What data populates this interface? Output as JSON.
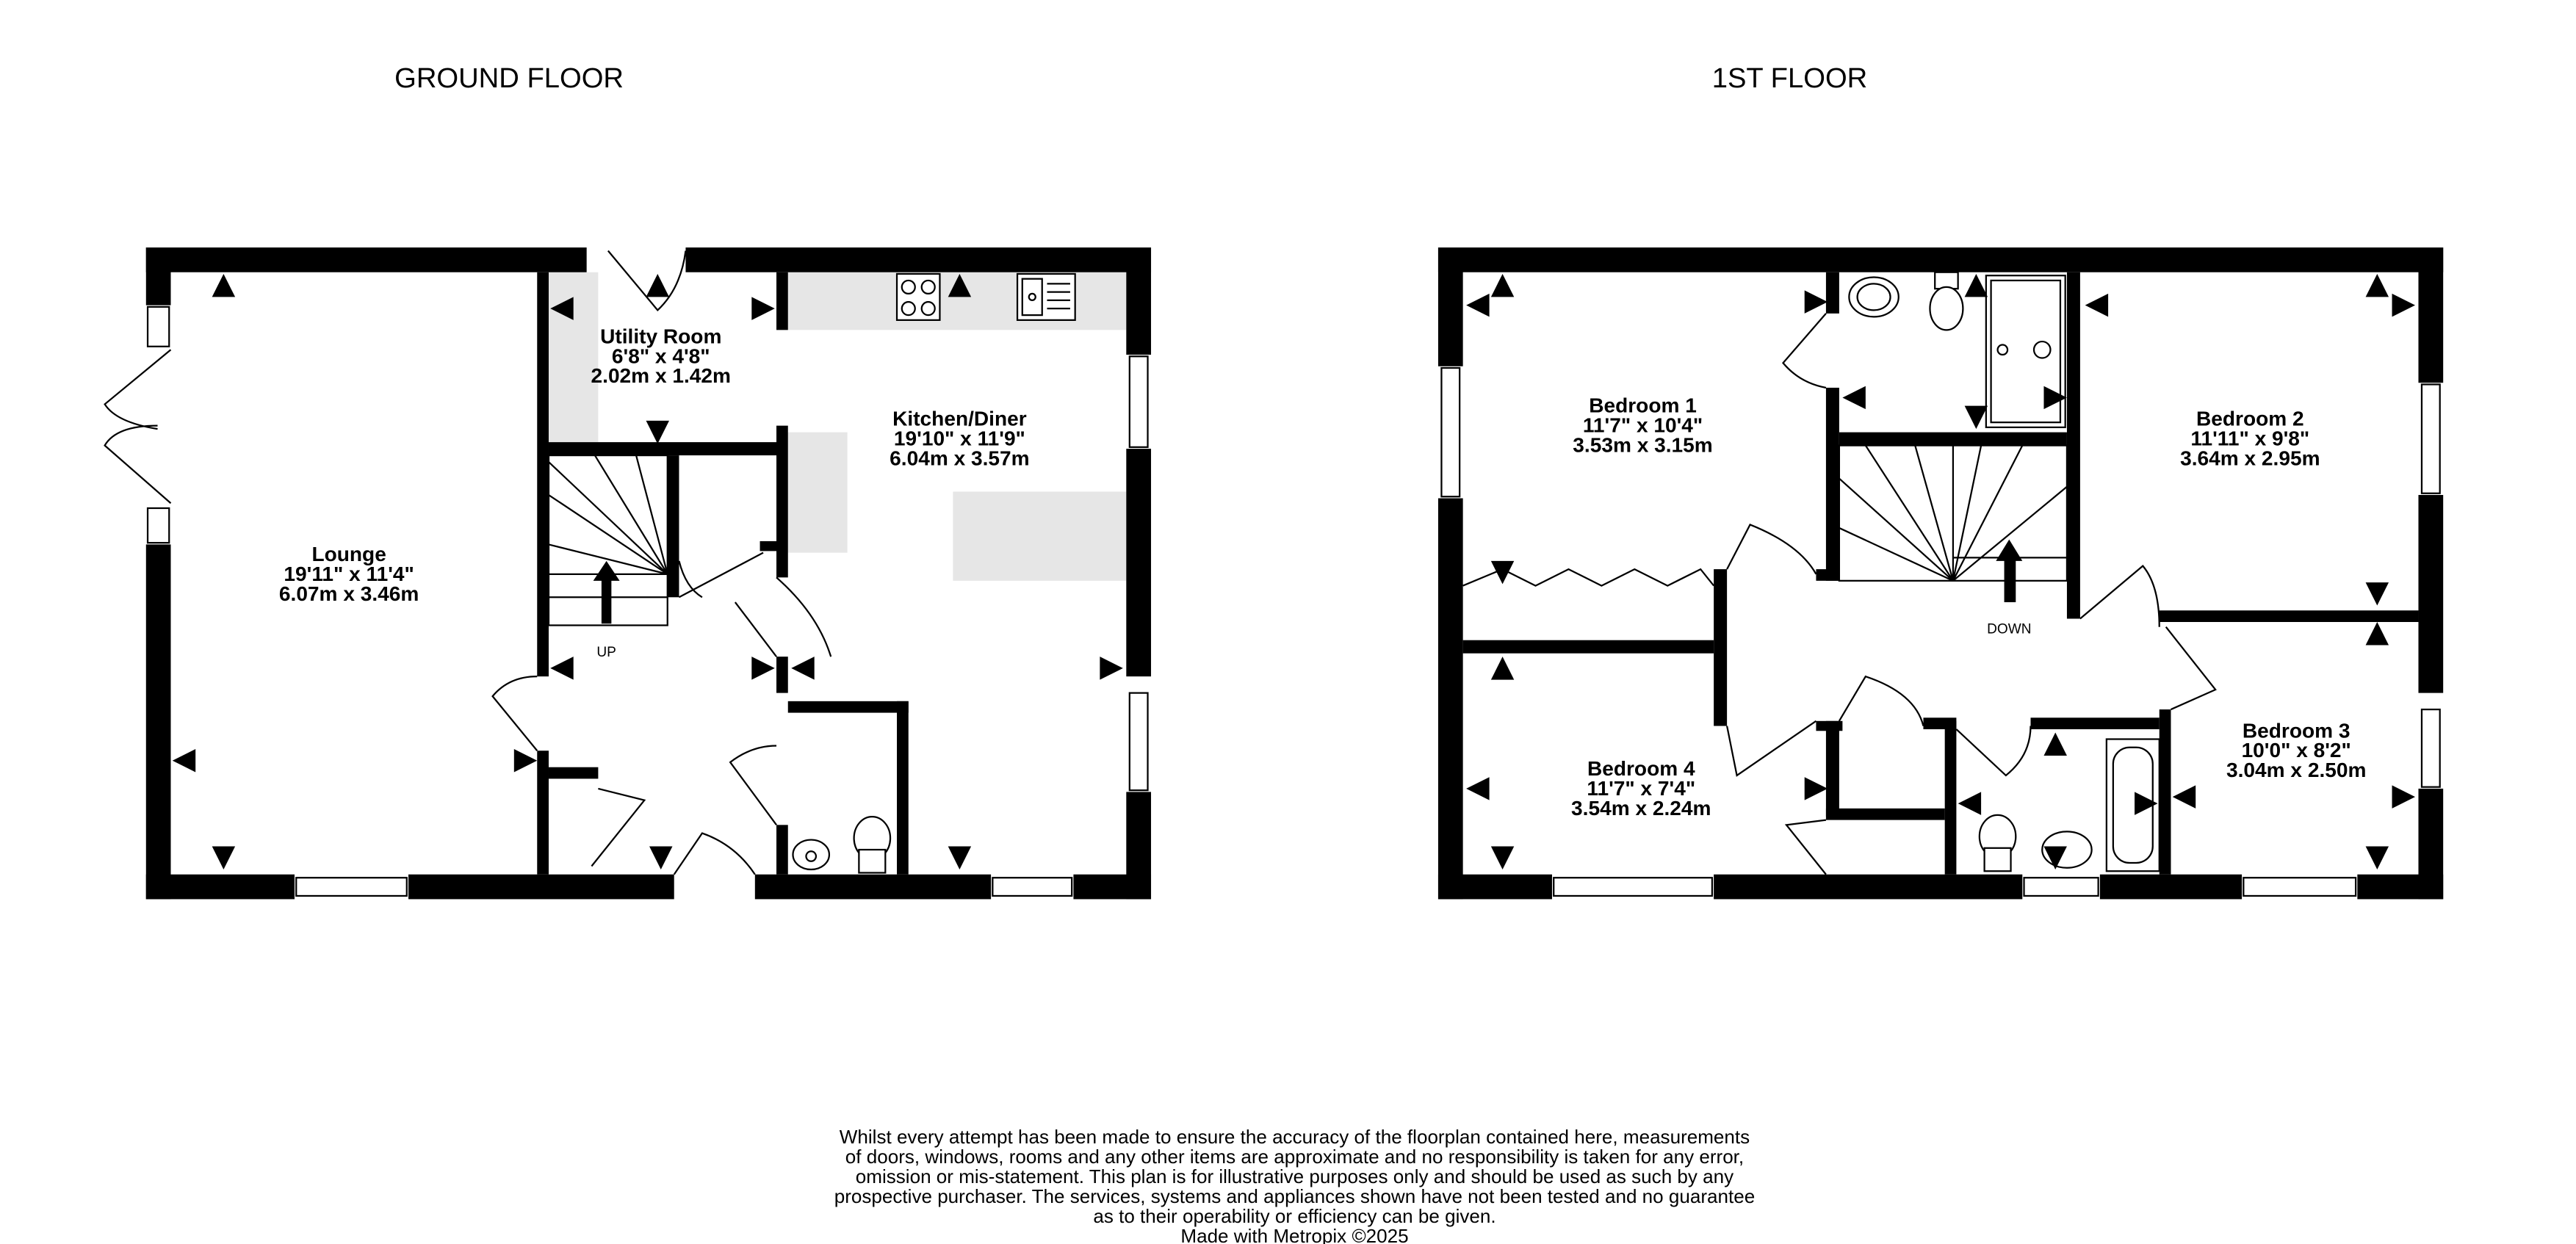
{
  "floors": [
    {
      "title": "GROUND FLOOR",
      "stairs_label": "UP",
      "rooms": [
        {
          "name": "Lounge",
          "imperial": "19'11\"  x 11'4\"",
          "metric": "6.07m  x 3.46m"
        },
        {
          "name": "Utility Room",
          "imperial": "6'8\"  x 4'8\"",
          "metric": "2.02m  x 1.42m"
        },
        {
          "name": "Kitchen/Diner",
          "imperial": "19'10\"  x 11'9\"",
          "metric": "6.04m  x 3.57m"
        }
      ]
    },
    {
      "title": "1ST FLOOR",
      "stairs_label": "DOWN",
      "rooms": [
        {
          "name": "Bedroom 1",
          "imperial": "11'7\"  x 10'4\"",
          "metric": "3.53m  x 3.15m"
        },
        {
          "name": "Bedroom 2",
          "imperial": "11'11\"  x 9'8\"",
          "metric": "3.64m  x 2.95m"
        },
        {
          "name": "Bedroom 3",
          "imperial": "10'0\"  x 8'2\"",
          "metric": "3.04m  x 2.50m"
        },
        {
          "name": "Bedroom 4",
          "imperial": "11'7\"  x 7'4\"",
          "metric": "3.54m  x 2.24m"
        }
      ]
    }
  ],
  "disclaimer": [
    "Whilst every attempt has been made to ensure the accuracy of the floorplan contained here, measurements",
    "of doors, windows, rooms and any other items are approximate and no responsibility is taken for any error,",
    "omission or mis-statement. This plan is for illustrative purposes only and should be used as such by any",
    "prospective purchaser. The services, systems and appliances shown have not been tested and no guarantee",
    "as to their operability or efficiency can be given."
  ],
  "credit": "Made with Metropix ©2025",
  "colors": {
    "wall": "#000000",
    "counter": "#e6e6e6",
    "background": "#ffffff"
  }
}
